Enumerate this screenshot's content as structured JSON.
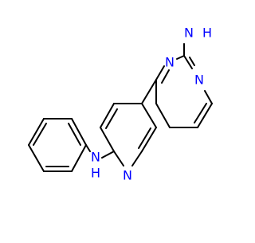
{
  "molecule": {
    "atom_labels": {
      "amino_group": "N",
      "amino_h": "H",
      "pyrimidine_n1": "N",
      "pyrimidine_n3": "N",
      "pyridine_n": "N",
      "linker_n": "N",
      "linker_h": "H"
    },
    "colors": {
      "bond": "#000000",
      "nitrogen": "#0000ff",
      "background": "#ffffff"
    }
  }
}
